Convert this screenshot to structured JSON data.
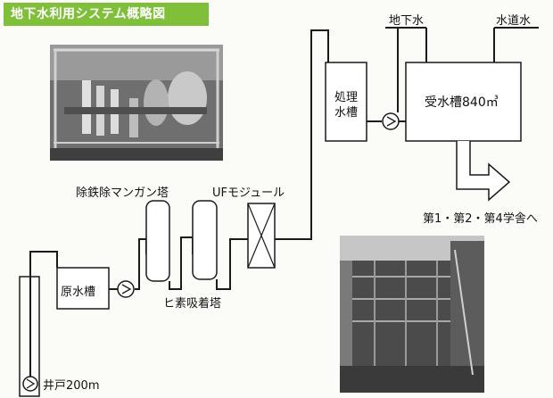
{
  "title": "地下水利用システム概略図",
  "colors": {
    "title_bg": "#7fbf3a",
    "title_text": "#ffffff",
    "line": "#1a1a1a",
    "box_fill": "#ffffff"
  },
  "labels": {
    "well": "井戸200m",
    "raw_tank": "原水槽",
    "iron_removal": "除鉄除マンガン塔",
    "arsenic": "ヒ素吸着塔",
    "uf_module": "UFモジュール",
    "treated_tank_line1": "処理",
    "treated_tank_line2": "水槽",
    "receiving_tank": "受水槽840㎥",
    "groundwater": "地下水",
    "city_water": "水道水",
    "destination": "第1・第2・第4学舎へ"
  },
  "icons": {
    "pump": "pump-icon",
    "flow_arrow": "flow-arrow-icon"
  }
}
